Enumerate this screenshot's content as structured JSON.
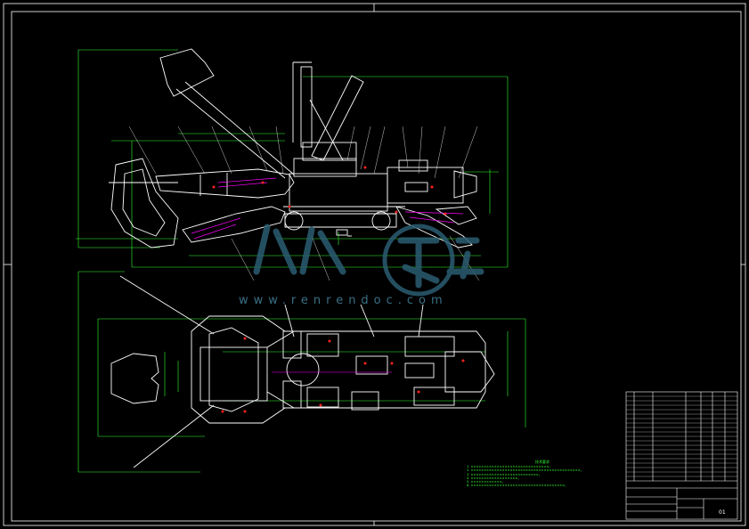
{
  "watermark": {
    "text": "www.renrendoc.com"
  },
  "colors": {
    "background": "#000000",
    "outline": "#ffffff",
    "dimension": "#33ff33",
    "accent": "#ff00ff",
    "marker": "#ff2222",
    "watermark": "#2b5d72"
  },
  "notes": {
    "heading": "技术要求",
    "lines": [
      "1. ××××××××××××××××××××××××××××××。",
      "2. ××××××××××××××××××××××××××××××××××××××××××。",
      "3. ××××××××××××××××××××××××××。",
      "4. ××××××××××××××××××。",
      "5. ××××××××××××。",
      "6. ××××××××××××××××××××××××××××××××××××。"
    ]
  },
  "title_block": {
    "drawing_no": "01"
  }
}
